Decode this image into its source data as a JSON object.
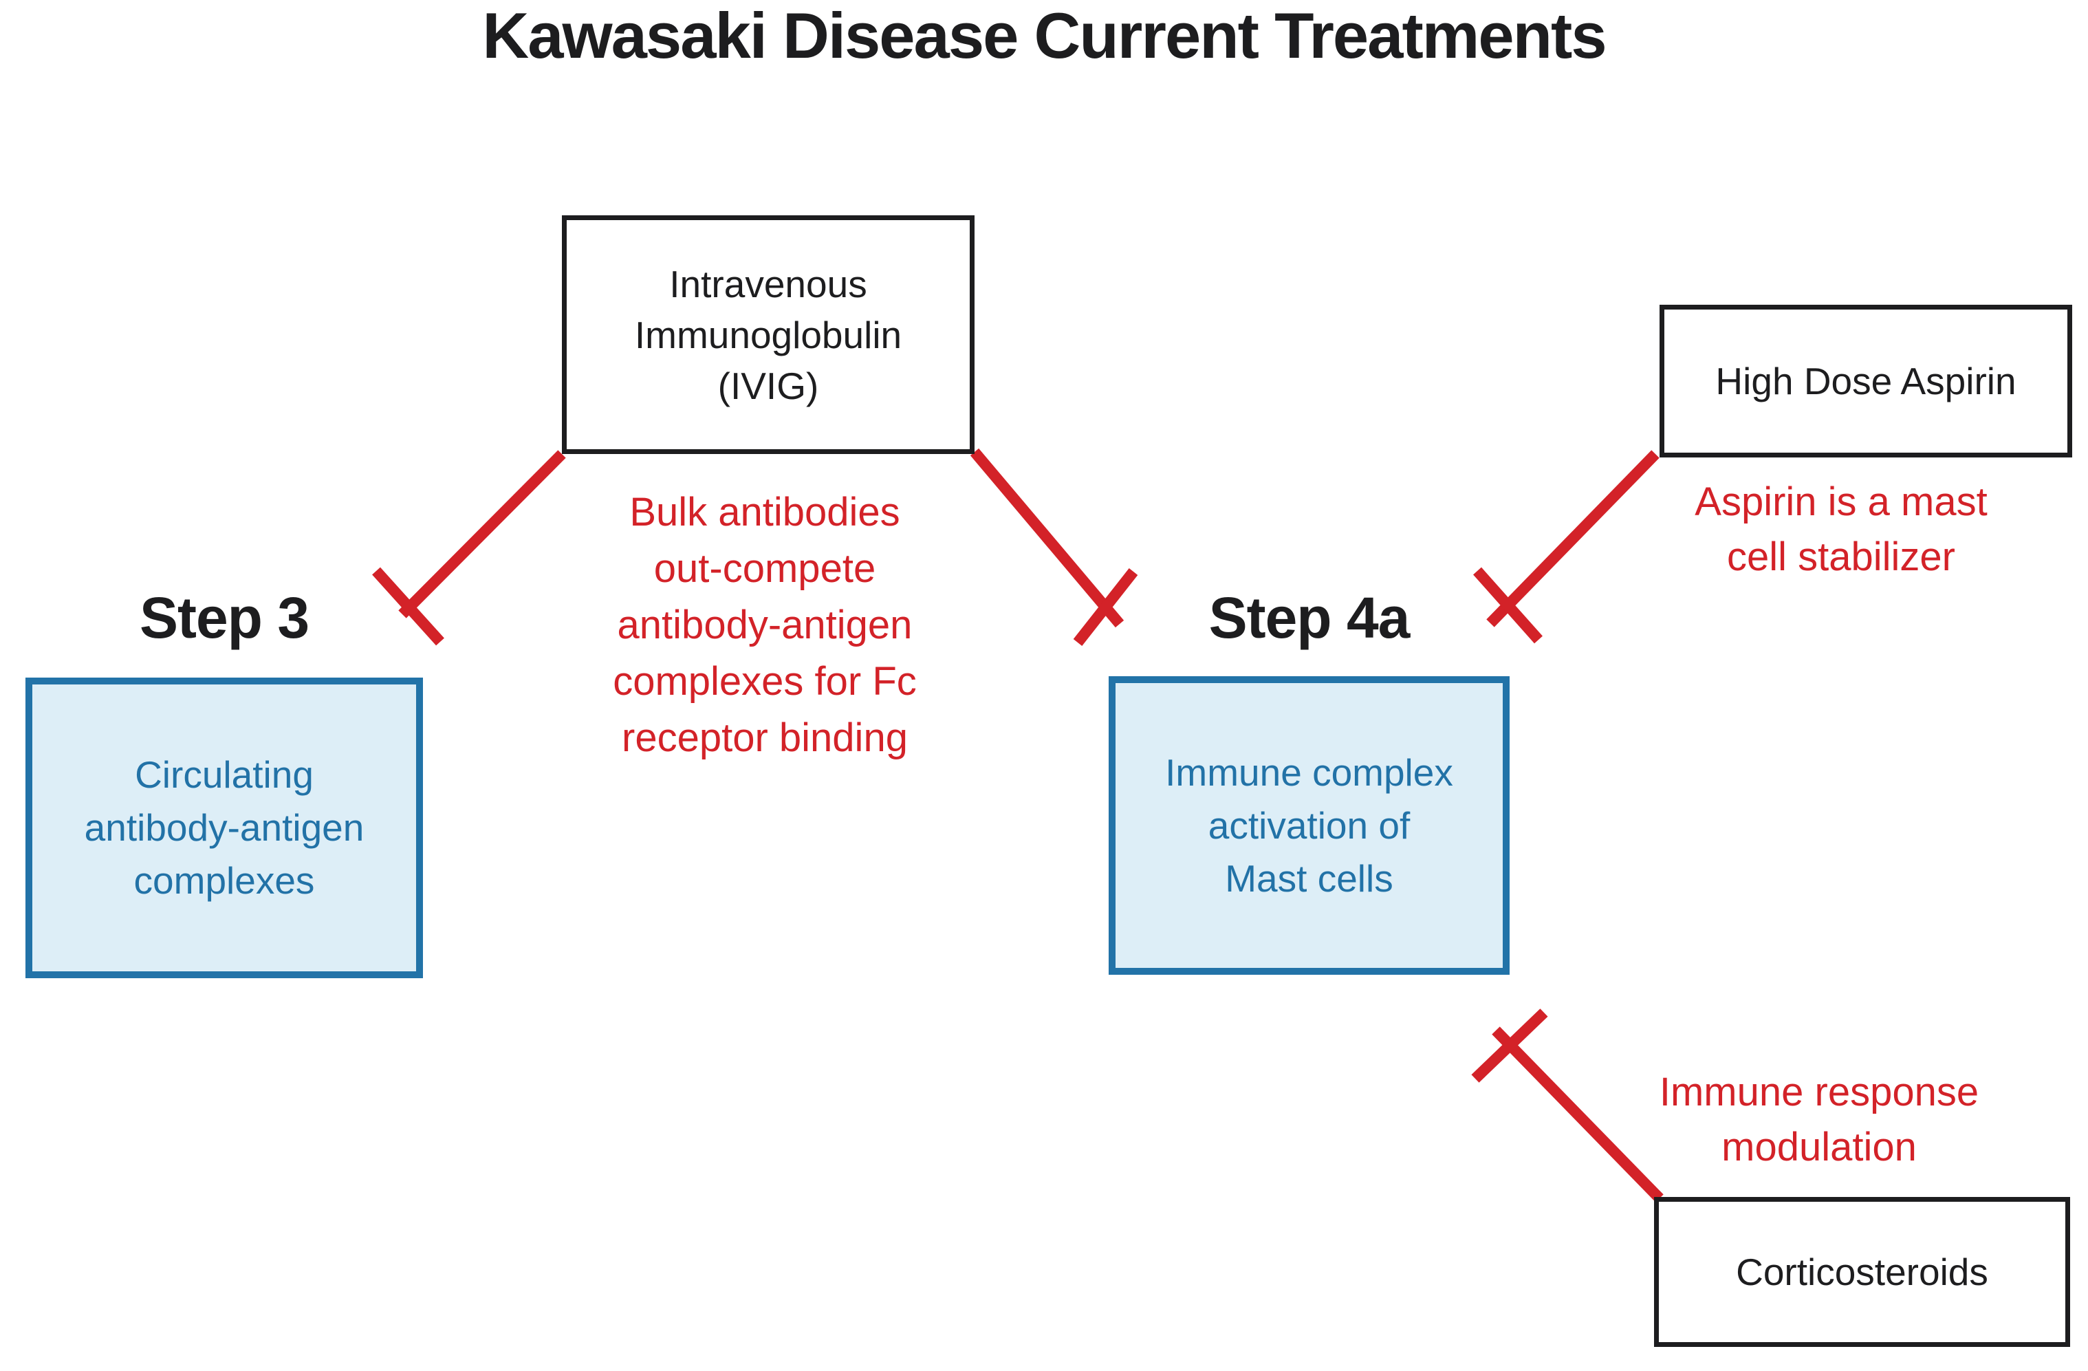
{
  "title": "Kawasaki Disease Current Treatments",
  "colors": {
    "bg": "#ffffff",
    "ink": "#1d1d1f",
    "red": "#d32228",
    "blue_border": "#2273a8",
    "blue_fill": "#ddeef7",
    "blue_text": "#2272a7"
  },
  "treatments": {
    "ivig": "Intravenous\nImmunoglobulin\n(IVIG)",
    "aspirin": "High Dose Aspirin",
    "corticosteroids": "Corticosteroids"
  },
  "steps": {
    "step3": {
      "label": "Step 3",
      "box_text": "Circulating\nantibody-antigen\ncomplexes"
    },
    "step4a": {
      "label": "Step 4a",
      "box_text": "Immune complex\nactivation of\nMast cells"
    }
  },
  "annotations": {
    "ivig_mechanism": "Bulk antibodies\nout-compete\nantibody-antigen\ncomplexes for Fc\nreceptor binding",
    "aspirin_mechanism": "Aspirin is a mast\ncell stabilizer",
    "corticosteroids_mechanism": "Immune response\nmodulation"
  }
}
